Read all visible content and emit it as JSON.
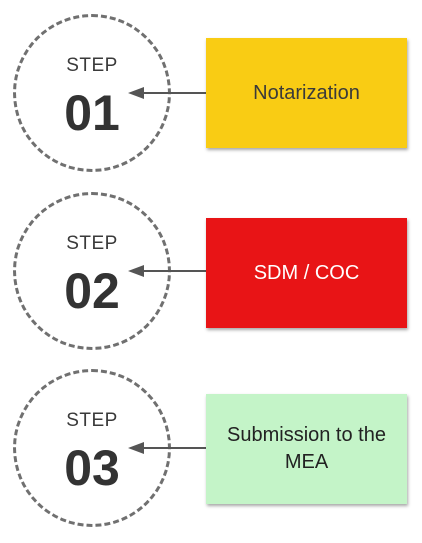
{
  "steps": [
    {
      "label": "STEP",
      "number": "01",
      "card_text": "Notarization",
      "card_color": "#F9CC14",
      "text_color": "#3a3a3a"
    },
    {
      "label": "STEP",
      "number": "02",
      "card_text": "SDM / COC",
      "card_color": "#E81416",
      "text_color": "#ffffff"
    },
    {
      "label": "STEP",
      "number": "03",
      "card_text": "Submission to the MEA",
      "card_color": "#C4F4C8",
      "text_color": "#222222"
    }
  ],
  "colors": {
    "circle_border": "#707070",
    "arrow": "#555555"
  }
}
